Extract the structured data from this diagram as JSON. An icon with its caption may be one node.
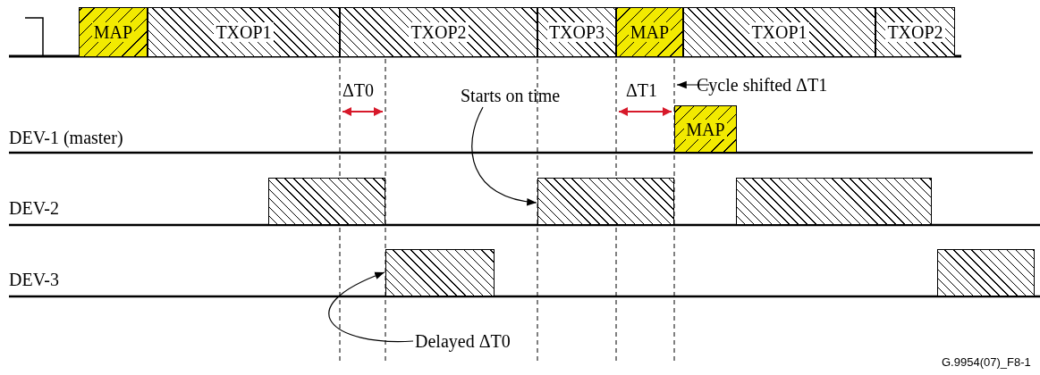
{
  "diagram": {
    "nodes": [
      {
        "text": [
          "MAP"
        ]
      },
      {
        "text": [
          "TXOP1"
        ]
      },
      {
        "text": [
          "TXOP2"
        ]
      },
      {
        "text": [
          "TXOP3"
        ]
      },
      {
        "text": [
          "MAP"
        ]
      },
      {
        "text": [
          "TXOP1"
        ]
      },
      {
        "text": [
          "TXOP2"
        ]
      },
      {
        "text": [
          "Starts on time"
        ]
      },
      {
        "text": [
          "Cycle shifted ΔT1"
        ]
      },
      {
        "text": [
          "MAP"
        ]
      },
      {
        "text": [],
        "shape": "box"
      },
      {
        "text": [],
        "shape": "box"
      },
      {
        "text": [],
        "shape": "box"
      },
      {
        "text": [],
        "shape": "box"
      },
      {
        "text": [],
        "shape": "box"
      },
      {
        "text": [
          "Delayed ΔT0"
        ]
      }
    ],
    "edges": [
      {
        "from": 7,
        "to": 11,
        "arrow": "to"
      },
      {
        "from": 15,
        "to": 13,
        "arrow": "to"
      },
      {
        "from": 8,
        "to": null,
        "arrow": "to"
      }
    ],
    "labels": [
      "ΔT0",
      "ΔT1",
      "DEV-1 (master)",
      "DEV-2",
      "DEV-3",
      "G.9954(07)_F8-1"
    ]
  }
}
